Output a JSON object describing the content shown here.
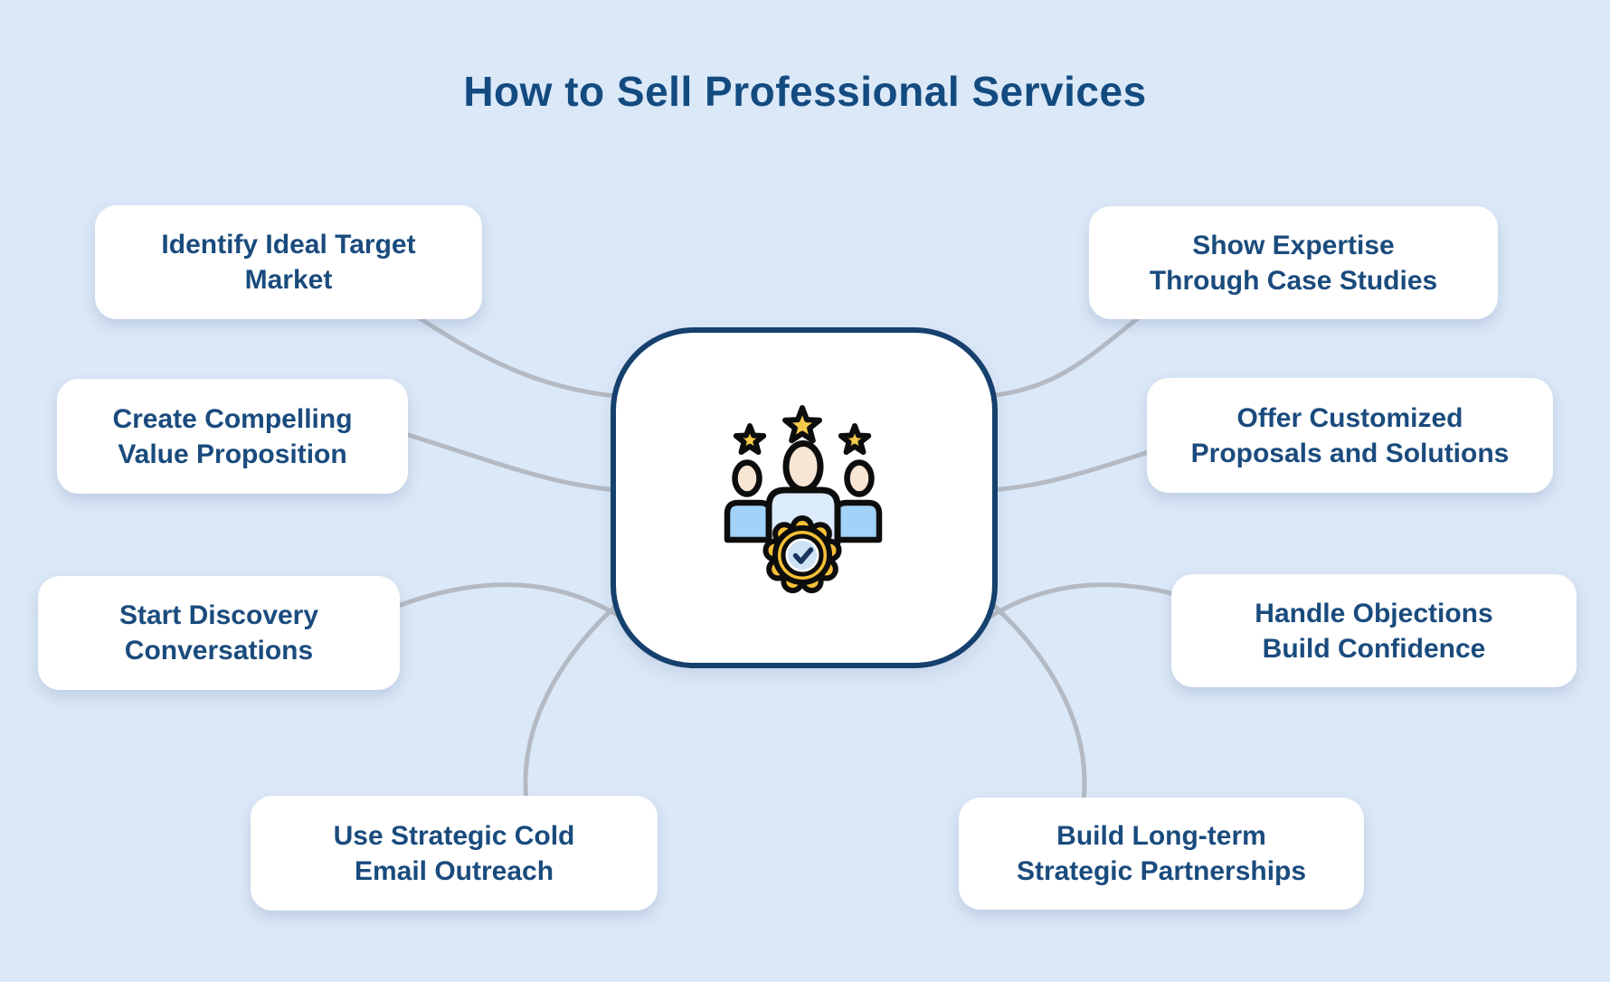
{
  "title": "How to Sell Professional Services",
  "center": {
    "icon": "team-rating-gear-icon",
    "description": "three people with rating stars and a gear with a checkmark"
  },
  "boxes": [
    {
      "id": "identify-ideal-target-market",
      "label": "Identify Ideal Target\nMarket",
      "side": "left"
    },
    {
      "id": "create-compelling-value-proposition",
      "label": "Create Compelling\nValue Proposition",
      "side": "left"
    },
    {
      "id": "start-discovery-conversations",
      "label": "Start Discovery\nConversations",
      "side": "left"
    },
    {
      "id": "use-strategic-cold-email-outreach",
      "label": "Use Strategic Cold\nEmail Outreach",
      "side": "left"
    },
    {
      "id": "show-expertise-through-case-studies",
      "label": "Show Expertise\nThrough Case Studies",
      "side": "right"
    },
    {
      "id": "offer-customized-proposals-and-solutions",
      "label": "Offer Customized\nProposals and Solutions",
      "side": "right"
    },
    {
      "id": "handle-objections-build-confidence",
      "label": "Handle Objections\nBuild Confidence",
      "side": "right"
    },
    {
      "id": "build-long-term-strategic-partnerships",
      "label": "Build Long-term\nStrategic Partnerships",
      "side": "right"
    }
  ],
  "colors": {
    "background": "#dbe8f8",
    "card_background": "#ffffff",
    "text_navy": "#1a4b7d",
    "title_navy": "#134b80",
    "center_border_navy": "#16406d",
    "connector_gray": "#b4bac4",
    "star_gold": "#f5ca4a",
    "gear_gold": "#f8c136",
    "skin": "#f8e5d3",
    "body_light_blue": "#dcebfb",
    "body_medium_blue": "#a3d2f8",
    "badge_blue": "#cde2f5",
    "check_navy": "#17345c"
  }
}
